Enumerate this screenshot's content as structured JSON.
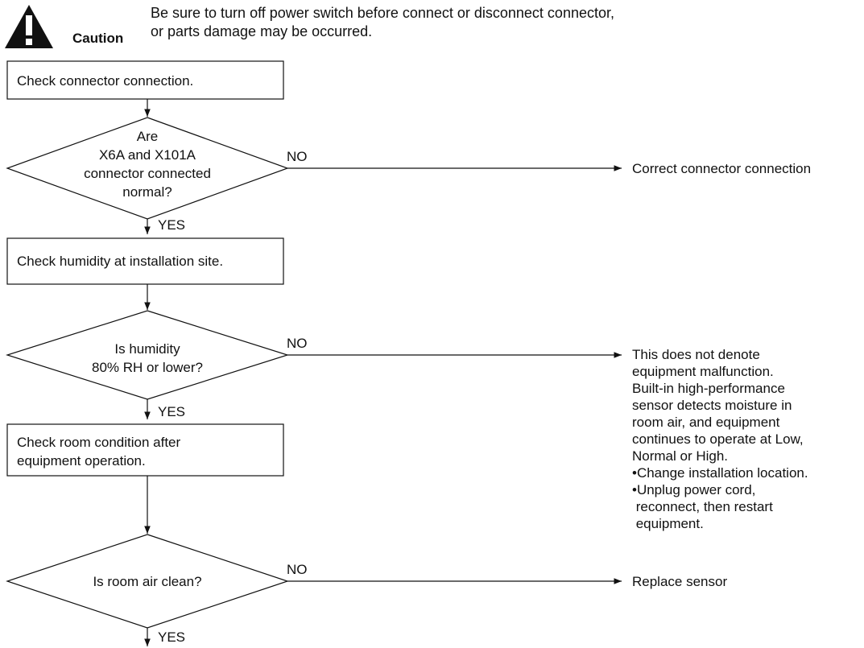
{
  "caution": {
    "icon": "warning-triangle-icon",
    "label": "Caution",
    "message_lines": [
      "Be sure to turn off power switch before connect or disconnect connector,",
      "or parts damage may be occurred."
    ]
  },
  "flowchart": {
    "steps": [
      {
        "id": "step1",
        "type": "process",
        "lines": [
          "Check connector connection."
        ]
      },
      {
        "id": "dec1",
        "type": "decision",
        "lines": [
          "Are",
          "X6A and X101A",
          "connector connected",
          "normal?"
        ]
      },
      {
        "id": "step2",
        "type": "process",
        "lines": [
          "Check humidity at installation site."
        ]
      },
      {
        "id": "dec2",
        "type": "decision",
        "lines": [
          "Is humidity",
          "80% RH or lower?"
        ]
      },
      {
        "id": "step3",
        "type": "process",
        "lines": [
          "Check room condition after",
          "equipment operation."
        ]
      },
      {
        "id": "dec3",
        "type": "decision",
        "lines": [
          "Is room air clean?"
        ]
      }
    ],
    "branches": {
      "no_label": "NO",
      "yes_label": "YES"
    },
    "outcomes": {
      "dec1_no": [
        "Correct connector connection"
      ],
      "dec2_no": [
        "This does not denote",
        "equipment malfunction.",
        "Built-in high-performance",
        "sensor detects moisture in",
        "room air, and equipment",
        "continues to operate at Low,",
        "Normal or High.",
        "•Change installation location.",
        "•Unplug power cord,",
        " reconnect, then restart",
        " equipment."
      ],
      "dec3_no": [
        "Replace sensor"
      ]
    }
  }
}
